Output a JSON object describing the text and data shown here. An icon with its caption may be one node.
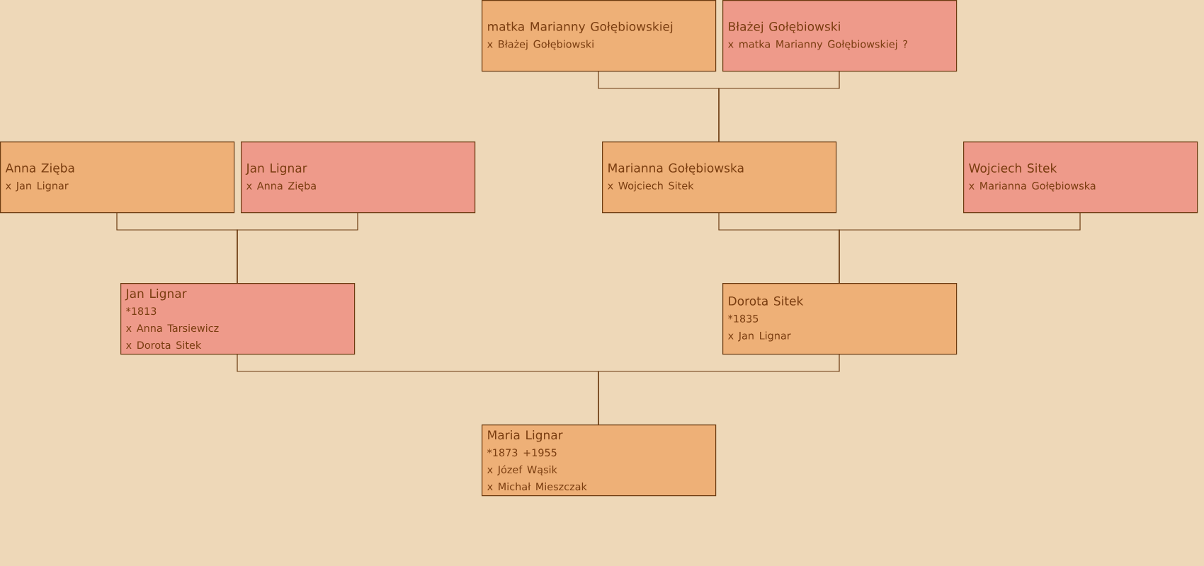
{
  "diagram": {
    "nodes": [
      {
        "text": [
          "matka Marianny Gołębiowskiej",
          "x Błażej Gołębiowski"
        ]
      },
      {
        "text": [
          "Błażej Gołębiowski",
          "x matka Marianny Gołębiowskiej ?"
        ]
      },
      {
        "text": [
          "Anna Zięba",
          "x Jan Lignar"
        ]
      },
      {
        "text": [
          "Jan Lignar",
          "x Anna Zięba"
        ]
      },
      {
        "text": [
          "Marianna Gołębiowska",
          "x Wojciech Sitek"
        ]
      },
      {
        "text": [
          "Wojciech Sitek",
          "x Marianna Gołębiowska"
        ]
      },
      {
        "text": [
          "Jan Lignar",
          "*1813",
          "x Anna Tarsiewicz",
          "x Dorota Sitek"
        ]
      },
      {
        "text": [
          "Dorota Sitek",
          "*1835",
          "x Jan Lignar"
        ]
      },
      {
        "text": [
          "Maria Lignar",
          "*1873 +1955",
          "x Józef Wąsik",
          "x Michał Mieszczak"
        ]
      }
    ],
    "edges": [
      {
        "from": 0,
        "to": 4,
        "arrow": "none"
      },
      {
        "from": 1,
        "to": 4,
        "arrow": "none"
      },
      {
        "from": 2,
        "to": 6,
        "arrow": "none"
      },
      {
        "from": 3,
        "to": 6,
        "arrow": "none"
      },
      {
        "from": 4,
        "to": 7,
        "arrow": "none"
      },
      {
        "from": 5,
        "to": 7,
        "arrow": "none"
      },
      {
        "from": 6,
        "to": 8,
        "arrow": "none"
      },
      {
        "from": 7,
        "to": 8,
        "arrow": "none"
      }
    ]
  }
}
